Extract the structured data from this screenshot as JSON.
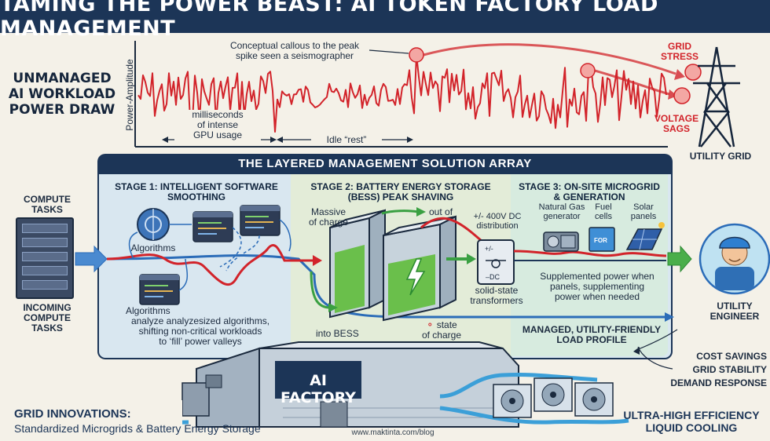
{
  "title": "TAMING THE POWER BEAST: AI TOKEN FACTORY LOAD MANAGEMENT",
  "unmanaged": {
    "label_lines": [
      "UNMANAGED",
      "AI WORKLOAD",
      "POWER DRAW"
    ],
    "y_axis": "Power-Amplitude",
    "callout": [
      "Conceptual callous to the peak",
      "spike seen a seismographer"
    ],
    "burst_lines": [
      "milliseconds",
      "of intense",
      "GPU usage"
    ],
    "idle": "Idle “rest”",
    "grid_stress": [
      "GRID",
      "STRESS"
    ],
    "voltage_sags": [
      "VOLTAGE",
      "SAGS"
    ],
    "utility_grid": "UTILITY GRID"
  },
  "solution_title": "THE LAYERED MANAGEMENT SOLUTION ARRAY",
  "compute": {
    "top": [
      "COMPUTE",
      "TASKS"
    ],
    "bottom": [
      "INCOMING",
      "COMPUTE",
      "TASKS"
    ]
  },
  "stage1": {
    "title": [
      "STAGE 1: INTELLIGENT SOFTWARE",
      "SMOOTHING"
    ],
    "algorithms_a": "Algorithms",
    "desc": [
      "Algorithms",
      "analyze analyzesized algorithms,",
      "shifting non-critical workloads",
      "to ‘fill’ power valleys"
    ]
  },
  "stage2": {
    "title": [
      "STAGE 2: BATTERY ENERGY STORAGE",
      "(BESS) PEAK SHAVING"
    ],
    "massive": [
      "Massive",
      "of charge"
    ],
    "out_of": "out of",
    "into": "into BESS",
    "state": [
      "state",
      "of charge"
    ],
    "state_icon": "⚬",
    "dc": [
      "+/- 400V DC",
      "distribution"
    ],
    "transformer": [
      "solid-state",
      "transformers"
    ],
    "dc_sym": "–DC",
    "ac_sym": "+/-",
    "battery_plus": "+",
    "battery_minus": "−"
  },
  "stage3": {
    "title": [
      "STAGE 3: ON-SITE MICROGRID",
      "& GENERATION"
    ],
    "gas": [
      "Natural Gas",
      "generator"
    ],
    "fuel": [
      "Fuel",
      "cells"
    ],
    "solar": [
      "Solar",
      "panels"
    ],
    "fuel_icon": "FOR",
    "supplement": [
      "Supplemented power when",
      "panels, supplementing",
      "power when needed"
    ]
  },
  "managed": [
    "MANAGED, UTILITY-FRIENDLY",
    "LOAD PROFILE"
  ],
  "engineer": [
    "UTILITY",
    "ENGINEER"
  ],
  "benefits": [
    "COST SAVINGS",
    "GRID STABILITY",
    "DEMAND RESPONSE"
  ],
  "factory": "AI FACTORY",
  "footer": {
    "left_title": "GRID INNOVATIONS:",
    "left_sub": "Standardized Microgrids & Battery Energy Storage",
    "url": "www.maktinta.com/blog",
    "right": [
      "ULTRA-HIGH EFFICIENCY",
      "LIQUID COOLING"
    ]
  },
  "colors": {
    "navy": "#1c3557",
    "red": "#d2232a",
    "blue": "#2b6cb8",
    "green": "#3aa042",
    "panel": "#dbe8f1"
  }
}
